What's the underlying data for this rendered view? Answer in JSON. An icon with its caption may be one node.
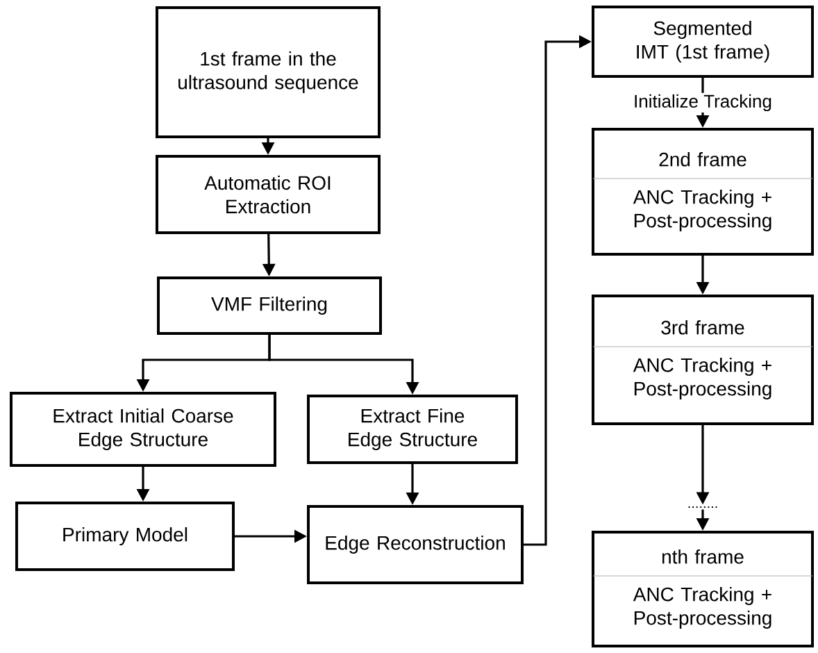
{
  "diagram": {
    "nodes": [
      {
        "text": [
          "1st frame in the ultrasound sequence"
        ]
      },
      {
        "text": [
          "Automatic ROI Extraction"
        ]
      },
      {
        "text": [
          "VMF Filtering"
        ]
      },
      {
        "text": [
          "Extract Initial Coarse Edge Structure"
        ]
      },
      {
        "text": [
          "Extract Fine Edge Structure"
        ]
      },
      {
        "text": [
          "Primary Model"
        ]
      },
      {
        "text": [
          "Edge Reconstruction"
        ]
      },
      {
        "text": [
          "Segmented IMT (1st frame)"
        ]
      },
      {
        "text": [
          "2nd frame",
          "ANC Tracking + Post-processing"
        ]
      },
      {
        "text": [
          "3rd frame",
          "ANC Tracking + Post-processing"
        ]
      },
      {
        "text": [
          "........"
        ]
      },
      {
        "text": [
          "nth frame",
          "ANC Tracking + Post-processing"
        ]
      }
    ],
    "edges": [
      {
        "from": 0,
        "to": 1,
        "arrow": "to"
      },
      {
        "from": 1,
        "to": 2,
        "arrow": "to"
      },
      {
        "from": 2,
        "to": 3,
        "arrow": "to"
      },
      {
        "from": 2,
        "to": 4,
        "arrow": "to"
      },
      {
        "from": 3,
        "to": 5,
        "arrow": "to"
      },
      {
        "from": 4,
        "to": 6,
        "arrow": "to"
      },
      {
        "from": 5,
        "to": 6,
        "arrow": "to"
      },
      {
        "from": 6,
        "to": 7,
        "arrow": "to"
      },
      {
        "from": 7,
        "to": 8,
        "arrow": "to",
        "label": "Initialize Tracking"
      },
      {
        "from": 8,
        "to": 9,
        "arrow": "to"
      },
      {
        "from": 9,
        "to": 10,
        "arrow": "to"
      },
      {
        "from": 10,
        "to": 11,
        "arrow": "to"
      }
    ]
  }
}
